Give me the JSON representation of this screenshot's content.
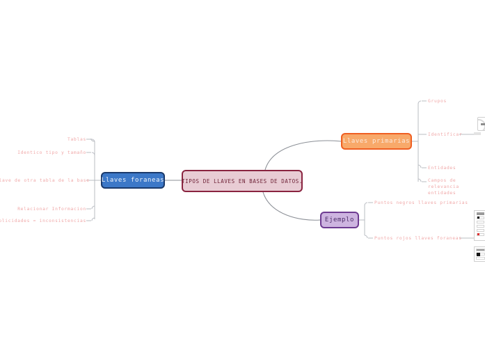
{
  "document": {
    "title": "TIPOS DE LLAVES EN BASES DE DATOS.",
    "type": "mind-map"
  },
  "colors": {
    "central_fill": "#e8ccd4",
    "central_border": "#8a2440",
    "blue_fill": "#3c78c8",
    "blue_border": "#1b3a6b",
    "orange_fill": "#f8a96a",
    "orange_border": "#ef5f22",
    "purple_fill": "#cdb4e0",
    "purple_border": "#6d3b91",
    "leaf_text": "#f0a8a8",
    "connector": "#8b8f96",
    "background": "#ffffff"
  },
  "central": {
    "label": "TIPOS DE LLAVES EN BASES DE DATOS."
  },
  "branches": {
    "foraneas": {
      "label": "Llaves foraneas",
      "children": [
        {
          "label": "Tablas"
        },
        {
          "label": "Identico tipo y tamaño"
        },
        {
          "label": "llave de otra tabla de la base"
        },
        {
          "label": "Relacionar Informacion"
        },
        {
          "label": "uplicidades = inconsistencias"
        }
      ]
    },
    "primarias": {
      "label": "Llaves primarias",
      "children": [
        {
          "label": "Grupos"
        },
        {
          "label": "Identificar"
        },
        {
          "label": "Entidades"
        },
        {
          "label": "Campos de relevancia entidades"
        }
      ]
    },
    "ejemplo": {
      "label": "Ejemplo",
      "children": [
        {
          "label": "Puntos negros llaves primarias"
        },
        {
          "label": "Puntos rojos llaves foraneas"
        }
      ]
    }
  },
  "attachments": [
    {
      "name": "identificar-thumbnail"
    },
    {
      "name": "puntos-negros-thumbnail"
    },
    {
      "name": "puntos-rojos-thumbnail"
    }
  ]
}
